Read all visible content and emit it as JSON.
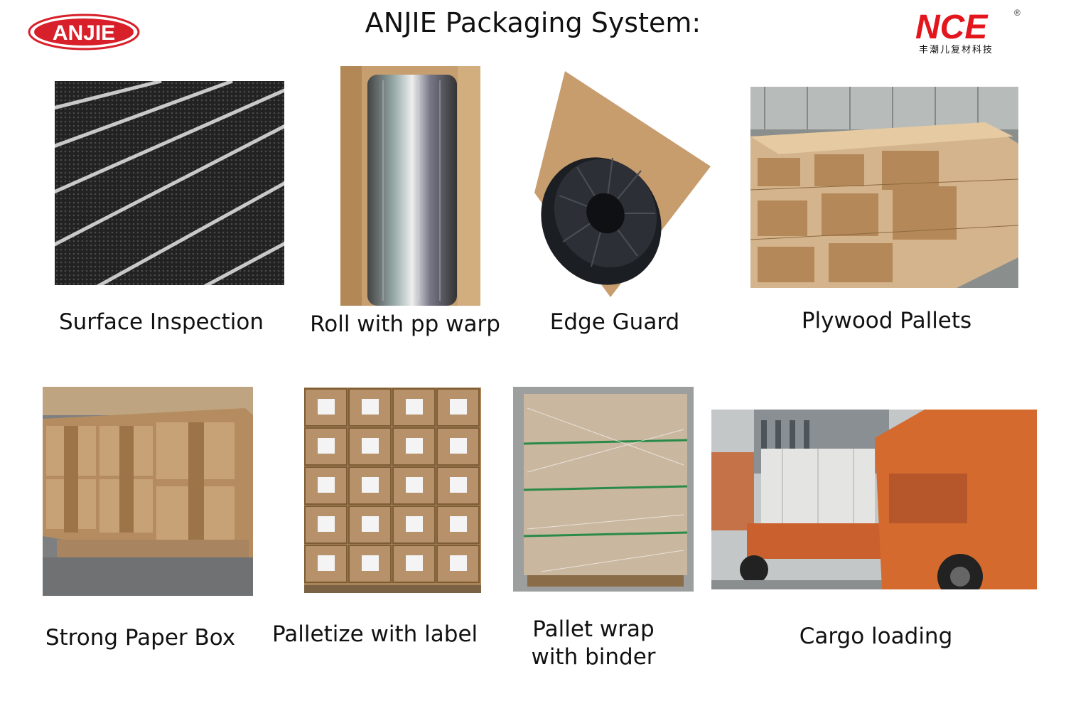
{
  "header": {
    "title": "ANJIE Packaging System:",
    "anjie_logo_text": "ANJIE",
    "nce_logo_text": "NCE",
    "nce_logo_mark": "®",
    "nce_subtitle": "丰潮儿复材科技"
  },
  "items": [
    {
      "caption": "Surface Inspection"
    },
    {
      "caption": "Roll with pp warp"
    },
    {
      "caption": "Edge Guard"
    },
    {
      "caption": "Plywood Pallets"
    },
    {
      "caption": "Strong Paper Box"
    },
    {
      "caption": "Palletize with label"
    },
    {
      "caption_line1": "Pallet wrap",
      "caption_line2": "with binder"
    },
    {
      "caption": "Cargo loading"
    }
  ],
  "colors": {
    "anjie_red": "#d8202a",
    "nce_red": "#e3161d",
    "nce_green": "#1f9a3a",
    "cardboard": "#b58c5f"
  }
}
